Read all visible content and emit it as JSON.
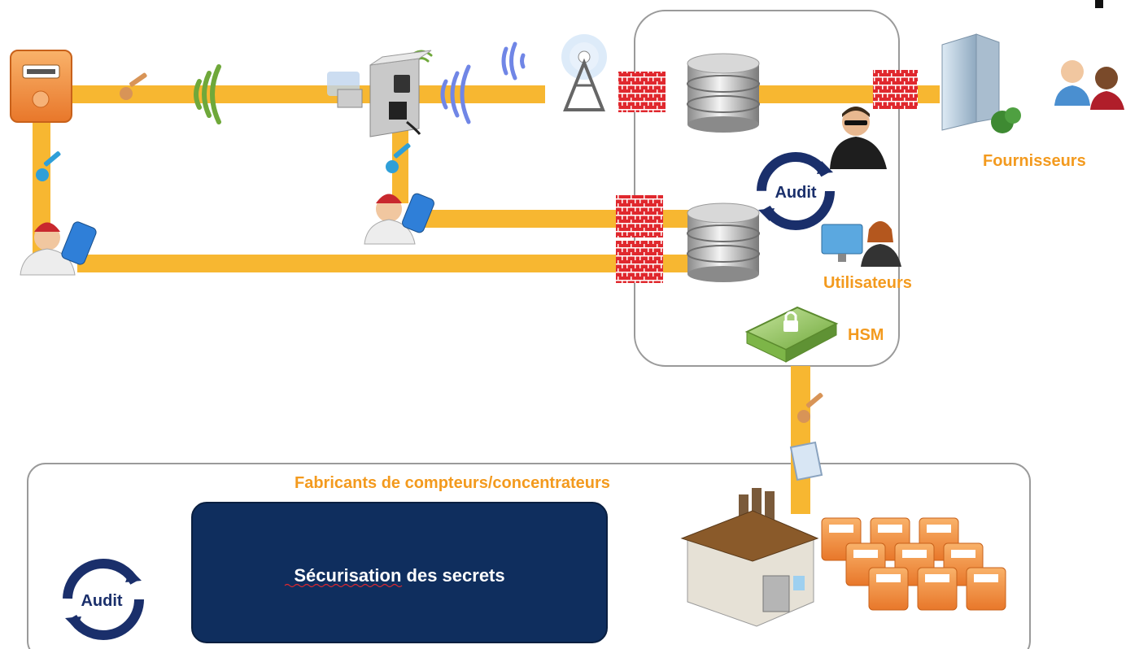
{
  "labels": {
    "fournisseurs": "Fournisseurs",
    "utilisateurs": "Utilisateurs",
    "hsm": "HSM",
    "audit_top": "Audit",
    "audit_bottom": "Audit",
    "fabricants": "Fabricants de compteurs/concentrateurs",
    "securisation": "Sécurisation des secrets"
  },
  "colors": {
    "pipe": "#F7B731",
    "label_orange": "#F39A1E",
    "audit_blue": "#1A2F6B",
    "secrets_box": "#0F2E5E",
    "firewall_red": "#E0282E"
  },
  "icons": [
    "gas-meter-icon",
    "key-icon",
    "wireless-signal-icon",
    "concentrator-icon",
    "radio-tower-icon",
    "firewall-icon",
    "database-server-icon",
    "office-building-icon",
    "users-icon",
    "security-agent-icon",
    "audit-cycle-icon",
    "technician-icon",
    "workstation-user-icon",
    "hsm-device-icon",
    "document-icon",
    "factory-icon"
  ]
}
